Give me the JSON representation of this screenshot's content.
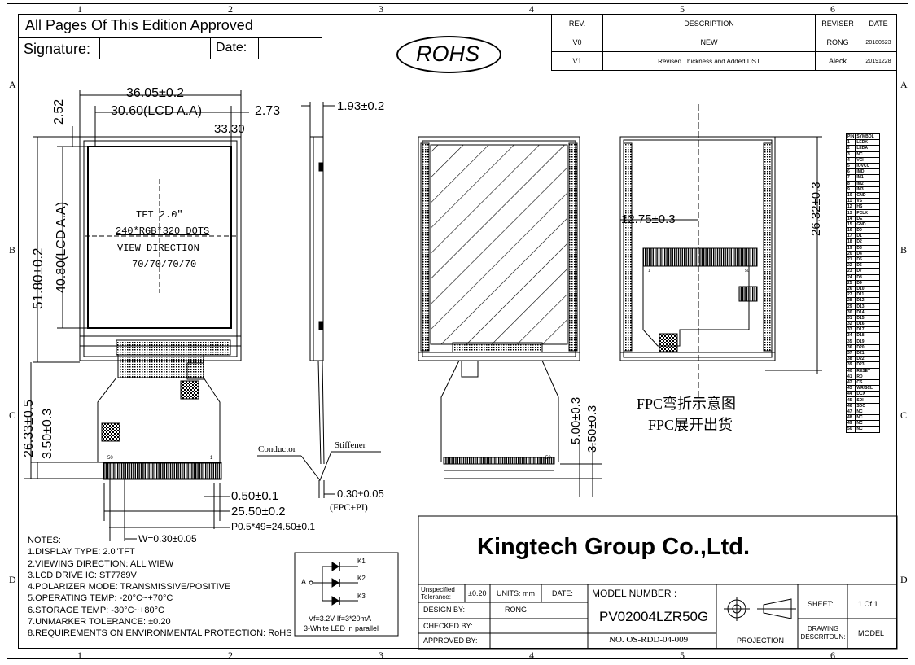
{
  "header": {
    "approval_text": "All Pages Of This Edition Approved",
    "signature_label": "Signature:",
    "date_label": "Date:",
    "rohs": "ROHS"
  },
  "zones": {
    "top": [
      "1",
      "2",
      "3",
      "4",
      "5",
      "6"
    ],
    "side": [
      "A",
      "B",
      "C",
      "D"
    ]
  },
  "revision_table": {
    "headers": [
      "REV.",
      "DESCRIPTION",
      "REVISER",
      "DATE"
    ],
    "rows": [
      {
        "rev": "V0",
        "description": "NEW",
        "reviser": "RONG",
        "date": "20180523"
      },
      {
        "rev": "V1",
        "description": "Revised Thickness and Added DST",
        "reviser": "Aleck",
        "date": "20191228"
      }
    ]
  },
  "front_view": {
    "dim_width": "36.05±0.2",
    "dim_aa_width": "30.60(LCD A.A)",
    "dim_2_73": "2.73",
    "dim_2_52": "2.52",
    "dim_33_30": "33.30",
    "dim_height": "51.80±0.2",
    "dim_aa_height": "40.80(LCD A.A)",
    "label_tft": "TFT 2.0\"",
    "label_res": "240*RGB*320 DOTS",
    "label_view": "VIEW DIRECTION",
    "label_angles": "70/70/70/70",
    "dim_fpc_len": "26.33±0.5",
    "dim_3_50": "3.50±0.3",
    "pin50": "50",
    "pin1": "1",
    "dim_0_50": "0.50±0.1",
    "dim_25_50": "25.50±0.2",
    "dim_pitch": "P0.5*49=24.50±0.1",
    "dim_w": "W=0.30±0.05"
  },
  "side_view": {
    "dim_thickness": "1.93±0.2",
    "label_conductor": "Conductor",
    "label_stiffener": "Stiffener",
    "dim_fpc_thk": "0.30±0.05",
    "label_fpc_pi": "(FPC+PI)"
  },
  "back_view": {
    "dim_5_00": "5.00±0.3",
    "dim_3_50": "3.50±0.3",
    "pin50": "50"
  },
  "bent_view": {
    "dim_12_75": "12.75±0.3",
    "dim_26_32": "26.32±0.3",
    "pin1": "1",
    "pin50": "50",
    "caption1": "FPC弯折示意图",
    "caption2": "FPC展开出货"
  },
  "pin_table": {
    "headers": [
      "PIN",
      "SYMBOL"
    ],
    "pins": [
      "LEDK",
      "LEDA",
      "NC",
      "VCI",
      "IOVCC",
      "IMD",
      "IM1",
      "IM2",
      "IM3",
      "GND",
      "VS",
      "HS",
      "PCLK",
      "DE",
      "GND",
      "D0",
      "D1",
      "D2",
      "D3",
      "D4",
      "D5",
      "D6",
      "D7",
      "D8",
      "D9",
      "D10",
      "D11",
      "D12",
      "D13",
      "D14",
      "D15",
      "D16",
      "D17",
      "D18",
      "D19",
      "D20",
      "D21",
      "D22",
      "D23",
      "RESET",
      "RD",
      "CS",
      "WR/SCL",
      "DCX",
      "SDI",
      "SDO",
      "NC",
      "NC",
      "NC",
      "NC"
    ]
  },
  "notes": {
    "title": "NOTES:",
    "items": [
      "1.DISPLAY TYPE:  2.0\"TFT",
      "2.VIEWING DIRECTION: ALL WIEW",
      "3.LCD DRIVE IC: ST7789V",
      "4.POLARIZER MODE: TRANSMISSIVE/POSITIVE",
      "5.OPERATING TEMP: -20°C~+70°C",
      "6.STORAGE TEMP: -30°C~+80°C",
      "7.UNMARKER TOLERANCE: ±0.20",
      "8.REQUIREMENTS ON ENVIRONMENTAL PROTECTION: RoHS"
    ]
  },
  "led_circuit": {
    "anode": "A",
    "k1": "K1",
    "k2": "K2",
    "k3": "K3",
    "spec1": "Vf=3.2V   If=3*20mA",
    "spec2": "3-White LED in parallel"
  },
  "title_block": {
    "company": "Kingtech Group Co.,Ltd.",
    "tolerance_label": "Unspecified Tolerance:",
    "tolerance_value": "±0.20",
    "units": "UNITS: mm",
    "date_label": "DATE:",
    "design_label": "DESIGN   BY:",
    "design_by": "RONG",
    "checked_label": "CHECKED  BY:",
    "approved_label": "APPROVED BY:",
    "model_label": "MODEL NUMBER :",
    "model_number": "PV02004LZR50G",
    "doc_no": "NO.   OS-RDD-04-009",
    "projection": "PROJECTION",
    "sheet_label": "SHEET:",
    "sheet_value": "1  Of  1",
    "drawing_label": "DRAWING DESCRITOUN:",
    "drawing_value": "MODEL"
  }
}
